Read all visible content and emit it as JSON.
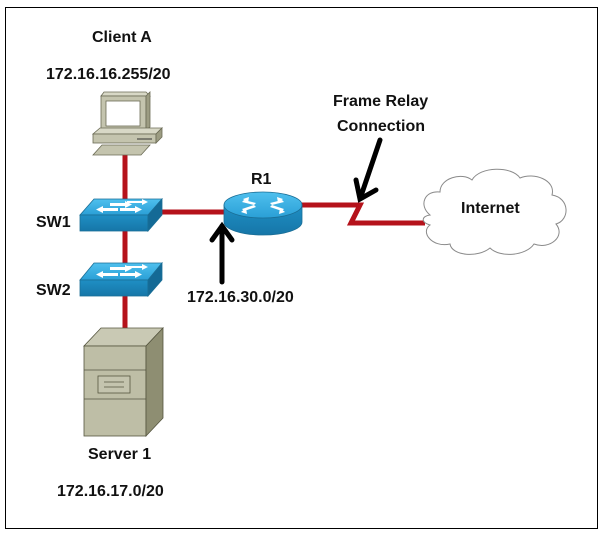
{
  "diagram": {
    "colors": {
      "link": "#b5121b",
      "device_blue": "#2a9fd6",
      "device_gray": "#c4c4ae",
      "arrow": "#000000"
    },
    "nodes": {
      "client_a": {
        "name": "Client A",
        "address": "172.16.16.255/20",
        "icon": "pc-icon"
      },
      "sw1": {
        "name": "SW1",
        "icon": "switch-icon"
      },
      "sw2": {
        "name": "SW2",
        "icon": "switch-icon"
      },
      "server1": {
        "name": "Server 1",
        "address": "172.16.17.0/20",
        "icon": "server-icon"
      },
      "r1": {
        "name": "R1",
        "icon": "router-icon"
      },
      "internet": {
        "name": "Internet",
        "icon": "cloud-icon"
      }
    },
    "annotations": {
      "frame_relay_line1": "Frame Relay",
      "frame_relay_line2": "Connection",
      "r1_lan_subnet": "172.16.30.0/20"
    },
    "links": [
      {
        "from": "Client A",
        "to": "SW1"
      },
      {
        "from": "SW1",
        "to": "SW2"
      },
      {
        "from": "SW2",
        "to": "Server 1"
      },
      {
        "from": "SW1",
        "to": "R1"
      },
      {
        "from": "R1",
        "to": "Internet",
        "type": "Frame Relay"
      }
    ]
  }
}
